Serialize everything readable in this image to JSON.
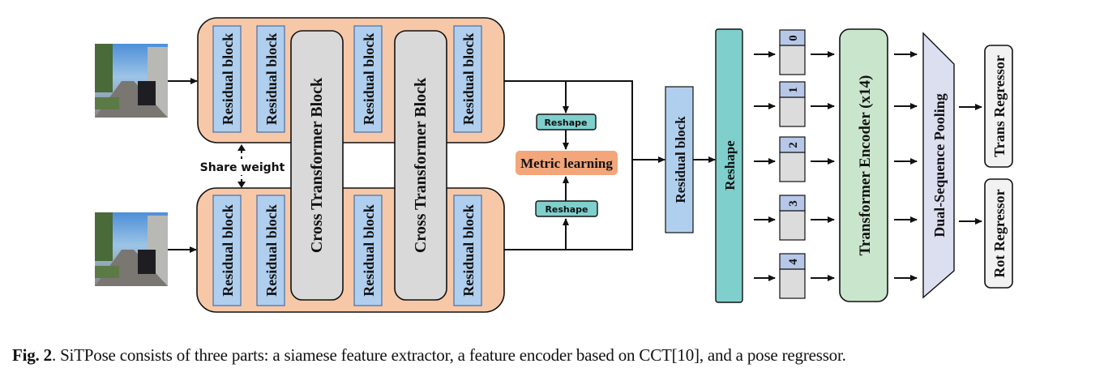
{
  "diagram": {
    "inputs": [
      {
        "name": "input-image-1",
        "label": "street-scene-image"
      },
      {
        "name": "input-image-2",
        "label": "street-scene-image"
      }
    ],
    "feature_extractor": {
      "residual_label": "Residual block",
      "cross_label": "Cross Transformer Block",
      "share_weight": "Share weight"
    },
    "metric": {
      "reshape_label": "Reshape",
      "metric_label": "Metric learning"
    },
    "encoder": {
      "residual_label": "Residual block",
      "reshape_label": "Reshape",
      "tokens": [
        "0",
        "1",
        "2",
        "3",
        "4"
      ],
      "transformer_label": "Transformer Encoder (x14)",
      "pooling_label": "Dual-Sequence Pooling"
    },
    "regressor": {
      "trans_label": "Trans Regressor",
      "rot_label": "Rot Regressor"
    },
    "colors": {
      "siamese_bg": "#f6c8a8",
      "residual": "#b0cfee",
      "cross": "#d9d9d9",
      "teal": "#7fcfcc",
      "metric": "#f2a67a",
      "encoder": "#c9e6cd",
      "pooling": "#dcdff0",
      "regressor": "#f2f2f2",
      "token_head": "#b7c7e8",
      "token_body": "#dcdcdc"
    }
  },
  "caption": {
    "prefix": "Fig. 2",
    "text": ". SiTPose consists of three parts: a siamese feature extractor, a feature encoder based on CCT[10], and a pose regressor."
  }
}
